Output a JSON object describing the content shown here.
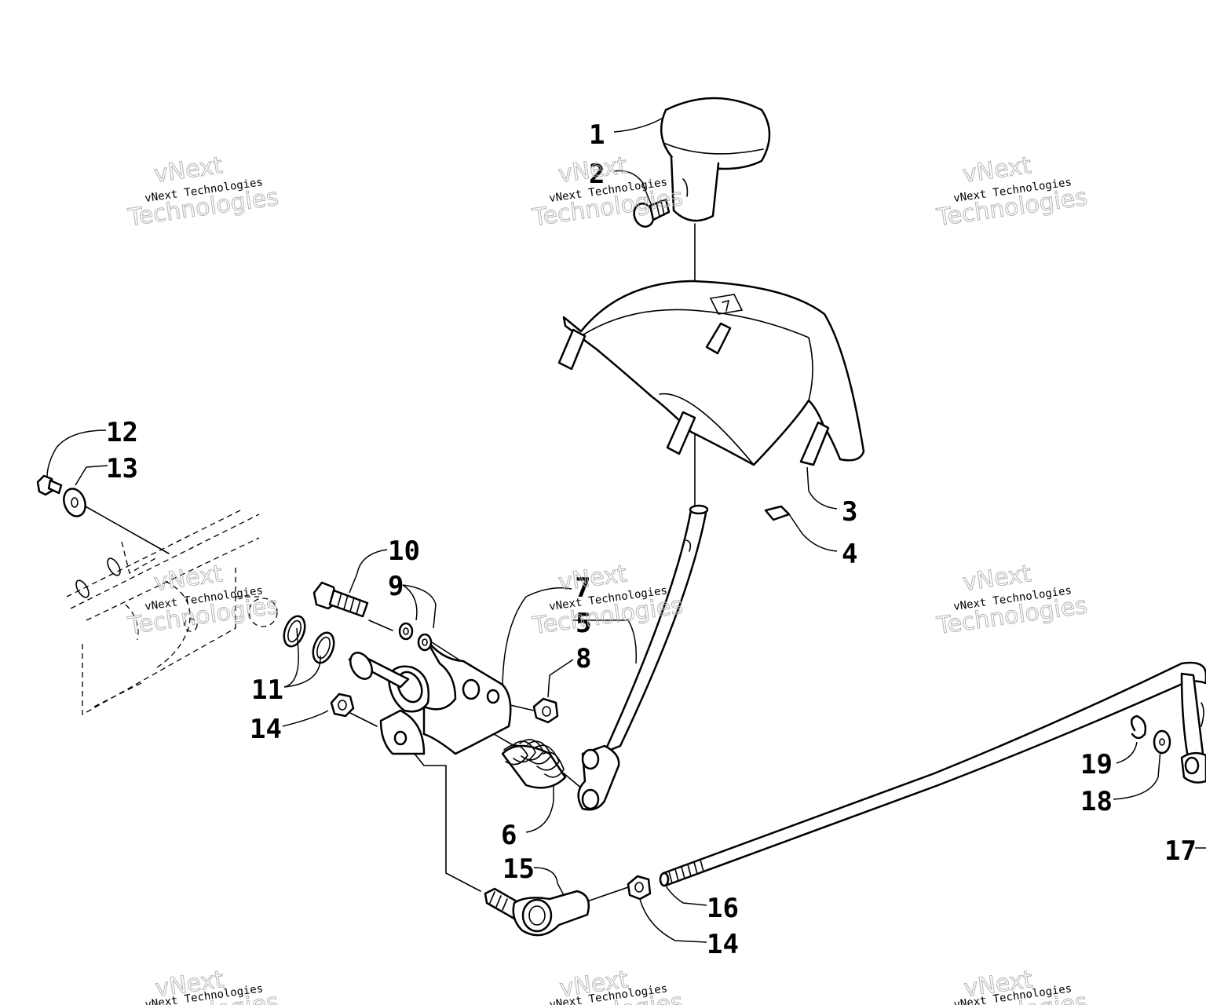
{
  "callouts": {
    "c1": "1",
    "c2": "2",
    "c3": "3",
    "c4": "4",
    "c5": "5",
    "c6": "6",
    "c7": "7",
    "c8": "8",
    "c9": "9",
    "c10": "10",
    "c11": "11",
    "c12": "12",
    "c13": "13",
    "c14a": "14",
    "c14b": "14",
    "c15": "15",
    "c16": "16",
    "c17": "17",
    "c18": "18",
    "c19": "19"
  },
  "watermark": {
    "small": "vNext Technologies",
    "big_line1": "vNext",
    "big_line2": "Technologies"
  }
}
